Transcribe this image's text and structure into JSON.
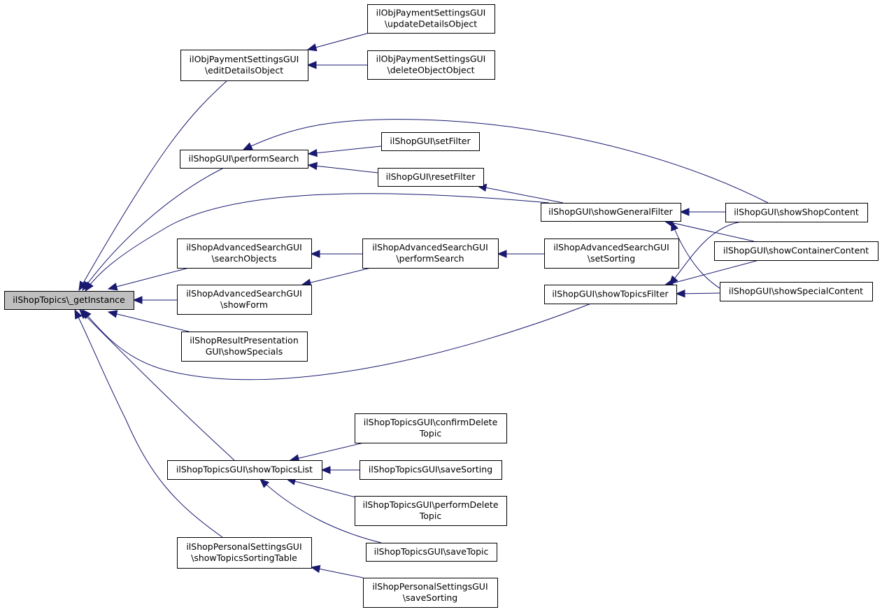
{
  "graph": {
    "colors": {
      "edge": "#191970",
      "root_fill": "#bfbfbf",
      "node_fill": "#ffffff",
      "node_border": "#000000"
    },
    "nodes": [
      {
        "id": "root",
        "lines": [
          "ilShopTopics\\_getInstance"
        ],
        "root": true
      },
      {
        "id": "editDetails",
        "lines": [
          "ilObjPaymentSettingsGUI",
          "\\editDetailsObject"
        ]
      },
      {
        "id": "updateDetails",
        "lines": [
          "ilObjPaymentSettingsGUI",
          "\\updateDetailsObject"
        ]
      },
      {
        "id": "deleteObject",
        "lines": [
          "ilObjPaymentSettingsGUI",
          "\\deleteObjectObject"
        ]
      },
      {
        "id": "performSearch",
        "lines": [
          "ilShopGUI\\performSearch"
        ]
      },
      {
        "id": "setFilter",
        "lines": [
          "ilShopGUI\\setFilter"
        ]
      },
      {
        "id": "resetFilter",
        "lines": [
          "ilShopGUI\\resetFilter"
        ]
      },
      {
        "id": "showGeneralFilter",
        "lines": [
          "ilShopGUI\\showGeneralFilter"
        ]
      },
      {
        "id": "showShopContent",
        "lines": [
          "ilShopGUI\\showShopContent"
        ]
      },
      {
        "id": "showContainerContent",
        "lines": [
          "ilShopGUI\\showContainerContent"
        ]
      },
      {
        "id": "showSpecialContent",
        "lines": [
          "ilShopGUI\\showSpecialContent"
        ]
      },
      {
        "id": "showTopicsFilter",
        "lines": [
          "ilShopGUI\\showTopicsFilter"
        ]
      },
      {
        "id": "advSearchObjects",
        "lines": [
          "ilShopAdvancedSearchGUI",
          "\\searchObjects"
        ]
      },
      {
        "id": "advPerformSearch",
        "lines": [
          "ilShopAdvancedSearchGUI",
          "\\performSearch"
        ]
      },
      {
        "id": "advSetSorting",
        "lines": [
          "ilShopAdvancedSearchGUI",
          "\\setSorting"
        ]
      },
      {
        "id": "advShowForm",
        "lines": [
          "ilShopAdvancedSearchGUI",
          "\\showForm"
        ]
      },
      {
        "id": "showSpecials",
        "lines": [
          "ilShopResultPresentation",
          "GUI\\showSpecials"
        ]
      },
      {
        "id": "showTopicsList",
        "lines": [
          "ilShopTopicsGUI\\showTopicsList"
        ]
      },
      {
        "id": "confirmDelete",
        "lines": [
          "ilShopTopicsGUI\\confirmDelete",
          "Topic"
        ]
      },
      {
        "id": "saveSortingTopics",
        "lines": [
          "ilShopTopicsGUI\\saveSorting"
        ]
      },
      {
        "id": "performDelete",
        "lines": [
          "ilShopTopicsGUI\\performDelete",
          "Topic"
        ]
      },
      {
        "id": "saveTopic",
        "lines": [
          "ilShopTopicsGUI\\saveTopic"
        ]
      },
      {
        "id": "personalSortingTable",
        "lines": [
          "ilShopPersonalSettingsGUI",
          "\\showTopicsSortingTable"
        ]
      },
      {
        "id": "personalSaveSorting",
        "lines": [
          "ilShopPersonalSettingsGUI",
          "\\saveSorting"
        ]
      }
    ],
    "edges": [
      {
        "from": "editDetails",
        "to": "root"
      },
      {
        "from": "performSearch",
        "to": "root"
      },
      {
        "from": "showGeneralFilter",
        "to": "root"
      },
      {
        "from": "advSearchObjects",
        "to": "root"
      },
      {
        "from": "advShowForm",
        "to": "root"
      },
      {
        "from": "showSpecials",
        "to": "root"
      },
      {
        "from": "showTopicsFilter",
        "to": "root"
      },
      {
        "from": "showTopicsList",
        "to": "root"
      },
      {
        "from": "personalSortingTable",
        "to": "root"
      },
      {
        "from": "updateDetails",
        "to": "editDetails"
      },
      {
        "from": "deleteObject",
        "to": "editDetails"
      },
      {
        "from": "setFilter",
        "to": "performSearch"
      },
      {
        "from": "resetFilter",
        "to": "performSearch"
      },
      {
        "from": "showShopContent",
        "to": "performSearch"
      },
      {
        "from": "showGeneralFilter",
        "to": "resetFilter"
      },
      {
        "from": "showShopContent",
        "to": "showGeneralFilter"
      },
      {
        "from": "showContainerContent",
        "to": "showGeneralFilter"
      },
      {
        "from": "showSpecialContent",
        "to": "showGeneralFilter"
      },
      {
        "from": "showShopContent",
        "to": "showTopicsFilter"
      },
      {
        "from": "showContainerContent",
        "to": "showTopicsFilter"
      },
      {
        "from": "showSpecialContent",
        "to": "showTopicsFilter"
      },
      {
        "from": "advPerformSearch",
        "to": "advSearchObjects"
      },
      {
        "from": "advPerformSearch",
        "to": "advShowForm"
      },
      {
        "from": "advSetSorting",
        "to": "advPerformSearch"
      },
      {
        "from": "confirmDelete",
        "to": "showTopicsList"
      },
      {
        "from": "saveSortingTopics",
        "to": "showTopicsList"
      },
      {
        "from": "performDelete",
        "to": "showTopicsList"
      },
      {
        "from": "saveTopic",
        "to": "showTopicsList"
      },
      {
        "from": "personalSaveSorting",
        "to": "personalSortingTable"
      }
    ]
  }
}
